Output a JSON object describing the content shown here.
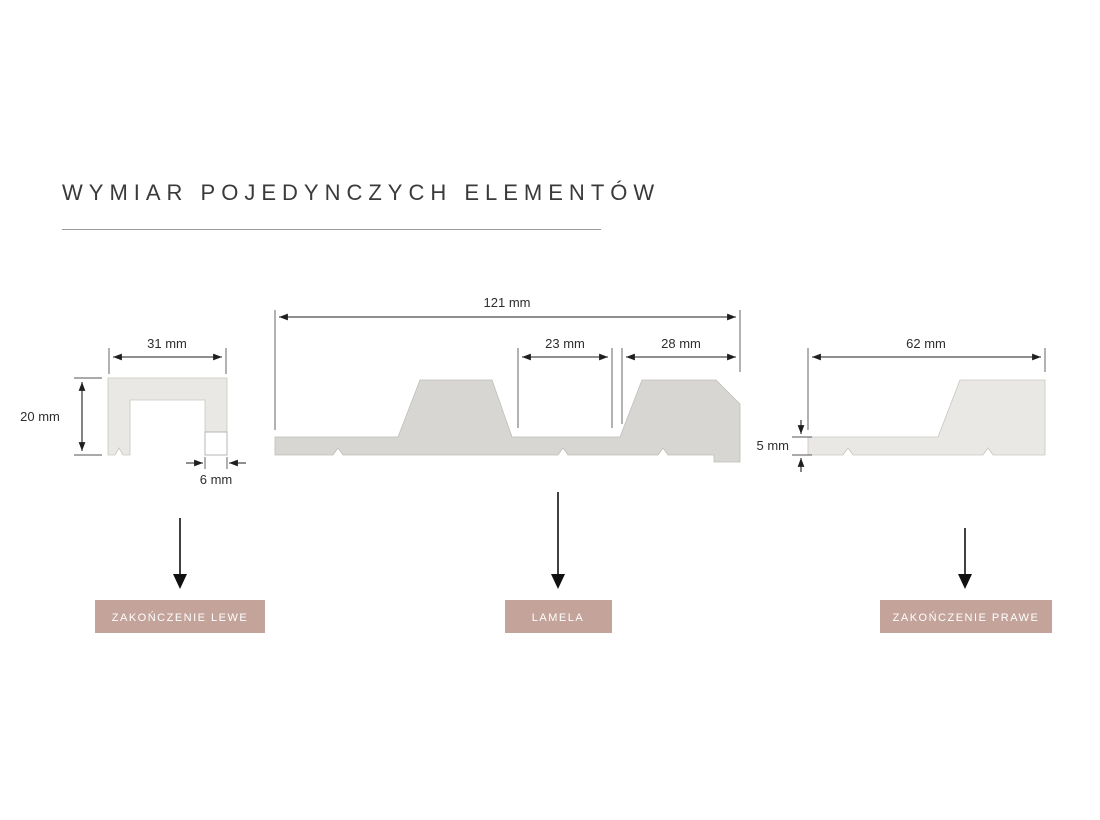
{
  "title": "WYMIAR POJEDYNCZYCH ELEMENTÓW",
  "pieces": {
    "left_end": {
      "label": "ZAKOŃCZENIE LEWE",
      "width": "31 mm",
      "height": "20 mm",
      "notch": "6 mm"
    },
    "lamela": {
      "label": "LAMELA",
      "total_width": "121 mm",
      "groove_width": "23 mm",
      "ridge_width": "28 mm"
    },
    "right_end": {
      "label": "ZAKOŃCZENIE PRAWE",
      "width": "62 mm",
      "base_thickness": "5 mm"
    }
  },
  "colors": {
    "accent": "#c3a39a",
    "profile_end_fill": "#eae8e4",
    "profile_lamela_fill": "#d7d6d3",
    "dimension_box_fill": "#ffffff",
    "title_text": "#3a3a3a",
    "label_text": "#ffffff"
  }
}
